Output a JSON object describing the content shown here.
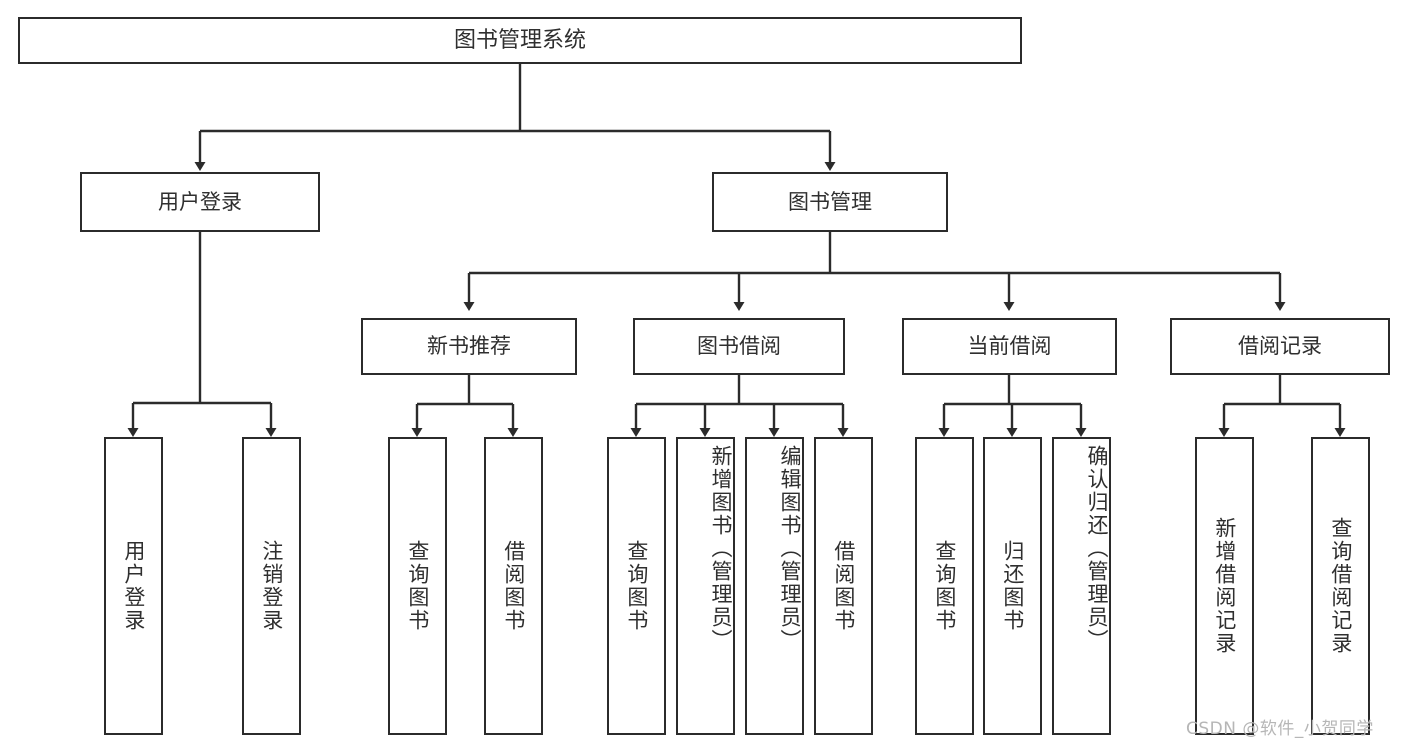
{
  "diagram": {
    "title": "图书管理系统",
    "type": "hierarchy-tree",
    "root": {
      "label": "图书管理系统"
    },
    "level2": [
      {
        "label": "用户登录"
      },
      {
        "label": "图书管理"
      }
    ],
    "level3": [
      {
        "label": "新书推荐"
      },
      {
        "label": "图书借阅"
      },
      {
        "label": "当前借阅"
      },
      {
        "label": "借阅记录"
      }
    ],
    "leaves": {
      "user_login": [
        {
          "label": "用户登录"
        },
        {
          "label": "注销登录"
        }
      ],
      "new_book_recommend": [
        {
          "label": "查询图书"
        },
        {
          "label": "借阅图书"
        }
      ],
      "book_borrow": [
        {
          "label": "查询图书"
        },
        {
          "label": "新增图书（管理员）"
        },
        {
          "label": "编辑图书（管理员）"
        },
        {
          "label": "借阅图书"
        }
      ],
      "current_borrow": [
        {
          "label": "查询图书"
        },
        {
          "label": "归还图书"
        },
        {
          "label": "确认归还（管理员）"
        }
      ],
      "borrow_record": [
        {
          "label": "新增借阅记录"
        },
        {
          "label": "查询借阅记录"
        }
      ]
    }
  },
  "watermark": {
    "text": "CSDN @软件_小贺同学"
  },
  "colors": {
    "stroke": "#2b2b2b",
    "text": "#2f2f2f",
    "background": "#ffffff",
    "watermark": "#b6b6b6"
  }
}
